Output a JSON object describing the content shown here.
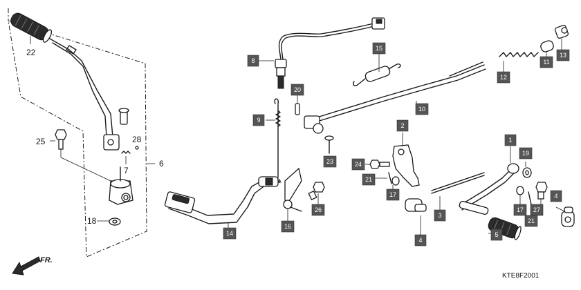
{
  "diagram_code": "KTE8F2001",
  "direction_indicator": "FR.",
  "callouts": [
    {
      "id": "c1",
      "label": "1",
      "style": "boxed"
    },
    {
      "id": "c2",
      "label": "2",
      "style": "boxed"
    },
    {
      "id": "c3a",
      "label": "3",
      "style": "boxed"
    },
    {
      "id": "c4a",
      "label": "4",
      "style": "boxed"
    },
    {
      "id": "c4b",
      "label": "4",
      "style": "boxed"
    },
    {
      "id": "c5",
      "label": "5",
      "style": "boxed"
    },
    {
      "id": "c6",
      "label": "6",
      "style": "plain"
    },
    {
      "id": "c7",
      "label": "7",
      "style": "plain"
    },
    {
      "id": "c8",
      "label": "8",
      "style": "boxed"
    },
    {
      "id": "c9",
      "label": "9",
      "style": "boxed"
    },
    {
      "id": "c10",
      "label": "10",
      "style": "boxed"
    },
    {
      "id": "c11",
      "label": "11",
      "style": "boxed"
    },
    {
      "id": "c12",
      "label": "12",
      "style": "boxed"
    },
    {
      "id": "c13",
      "label": "13",
      "style": "boxed"
    },
    {
      "id": "c14",
      "label": "14",
      "style": "boxed"
    },
    {
      "id": "c15",
      "label": "15",
      "style": "boxed"
    },
    {
      "id": "c16",
      "label": "16",
      "style": "boxed"
    },
    {
      "id": "c17a",
      "label": "17",
      "style": "boxed"
    },
    {
      "id": "c17b",
      "label": "17",
      "style": "boxed"
    },
    {
      "id": "c18",
      "label": "18",
      "style": "plain"
    },
    {
      "id": "c19",
      "label": "19",
      "style": "boxed"
    },
    {
      "id": "c20",
      "label": "20",
      "style": "boxed"
    },
    {
      "id": "c21a",
      "label": "21",
      "style": "boxed"
    },
    {
      "id": "c21b",
      "label": "21",
      "style": "boxed"
    },
    {
      "id": "c22",
      "label": "22",
      "style": "plain"
    },
    {
      "id": "c23",
      "label": "23",
      "style": "boxed"
    },
    {
      "id": "c24",
      "label": "24",
      "style": "boxed"
    },
    {
      "id": "c25",
      "label": "25",
      "style": "plain"
    },
    {
      "id": "c26",
      "label": "26",
      "style": "boxed"
    },
    {
      "id": "c27",
      "label": "27",
      "style": "boxed"
    },
    {
      "id": "c28",
      "label": "28",
      "style": "plain"
    }
  ]
}
